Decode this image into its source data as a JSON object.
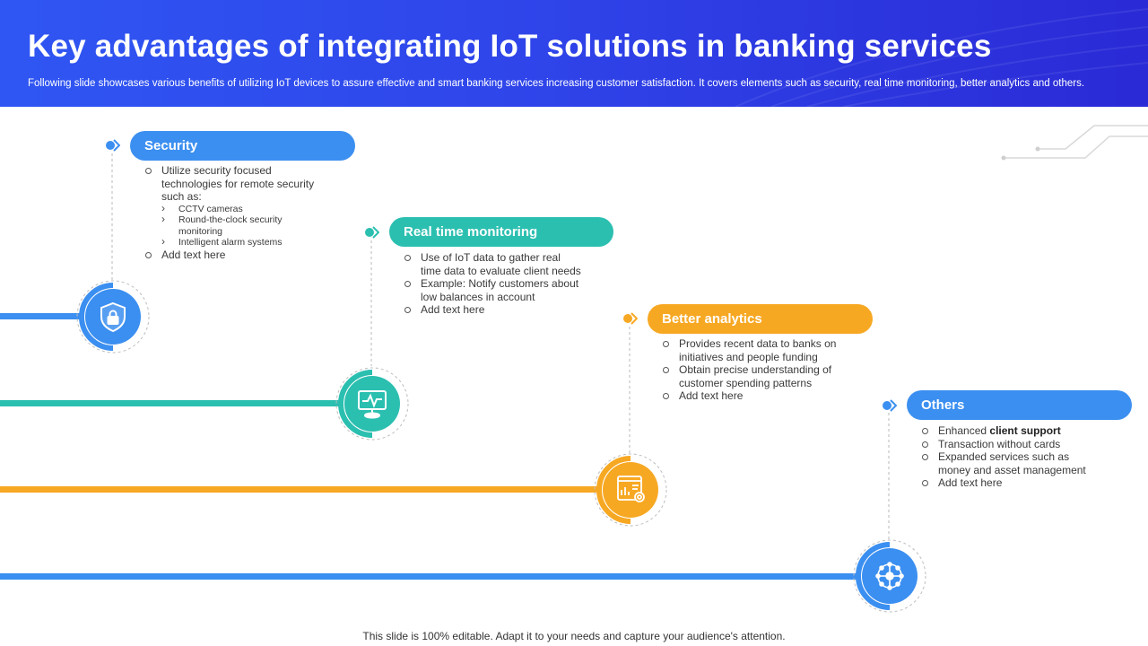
{
  "header": {
    "title": "Key advantages of integrating IoT solutions in banking services",
    "subtitle": "Following slide showcases various benefits of utilizing IoT devices to assure effective and smart banking services increasing customer satisfaction. It covers elements such as security, real time monitoring, better analytics and others."
  },
  "colors": {
    "header_blue": "#2f45ea",
    "blue": "#3b8ff0",
    "teal": "#2bbfb0",
    "orange": "#f7a823"
  },
  "items": [
    {
      "label": "Security",
      "icon": "shield-lock-icon",
      "bullets": [
        "Utilize security focused technologies for remote security such as:",
        "Add text here"
      ],
      "sub_bullets": [
        "CCTV cameras",
        "Round-the-clock security monitoring",
        "Intelligent alarm systems"
      ]
    },
    {
      "label": "Real time monitoring",
      "icon": "monitor-pulse-icon",
      "bullets": [
        "Use of IoT data to gather real time data to evaluate client needs",
        "Example: Notify customers about low balances in account",
        "Add text here"
      ]
    },
    {
      "label": "Better analytics",
      "icon": "analytics-report-icon",
      "bullets": [
        "Provides recent data to banks on initiatives and people funding",
        "Obtain precise understanding of customer spending patterns",
        "Add text here"
      ]
    },
    {
      "label": "Others",
      "icon": "network-hub-icon",
      "bullets_first_prefix": "Enhanced ",
      "bullets_first_bold": "client support",
      "bullets": [
        "Transaction without cards",
        "Expanded services such as money and asset management",
        "Add text here"
      ]
    }
  ],
  "footer": "This slide is 100% editable. Adapt it to your needs and capture your audience's attention."
}
